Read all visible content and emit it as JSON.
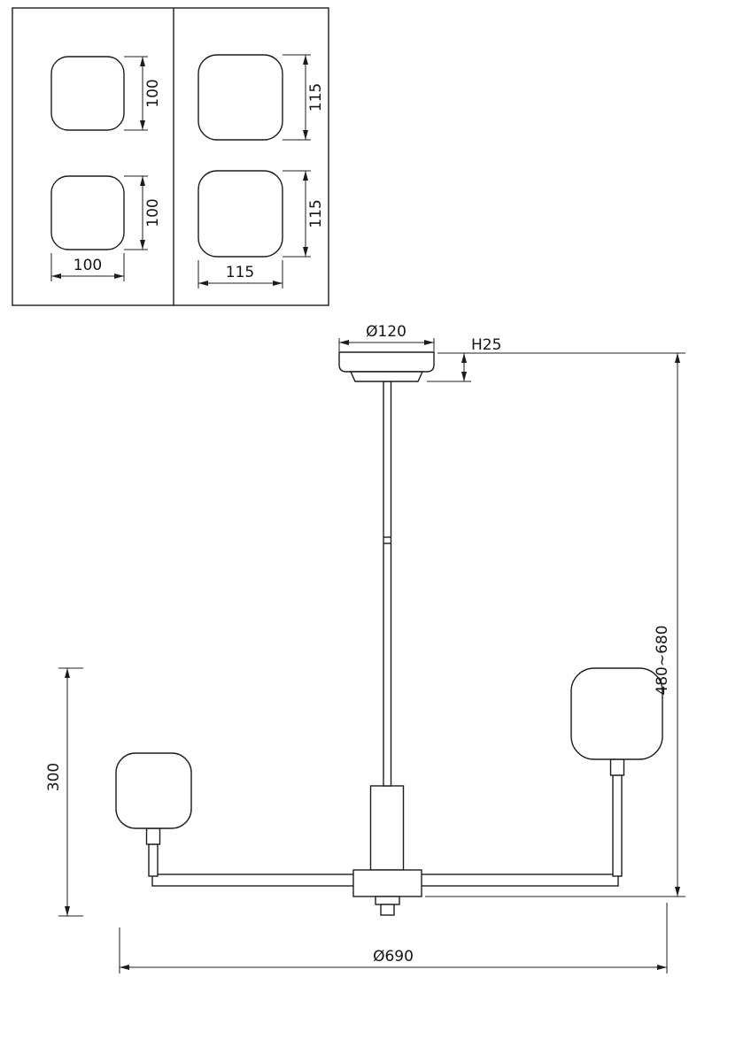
{
  "line_color": "#1c1c1c",
  "detail_box": {
    "left_panel": {
      "top_shade_height": "100",
      "bottom_shade_height": "100",
      "shade_width": "100"
    },
    "right_panel": {
      "top_shade_height": "115",
      "bottom_shade_height": "115",
      "shade_width": "115"
    }
  },
  "main_view": {
    "canopy_diameter": "Ø120",
    "canopy_height": "H25",
    "overall_height": "480~680",
    "left_drop": "300",
    "overall_diameter": "Ø690"
  }
}
